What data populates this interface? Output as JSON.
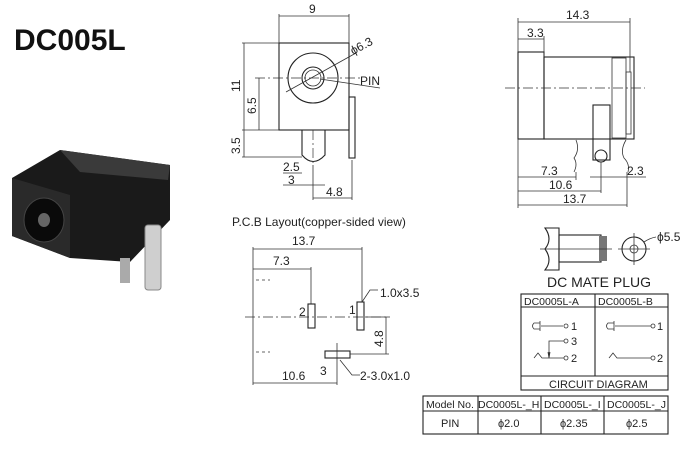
{
  "title": "DC005L",
  "front_view": {
    "width": "9",
    "height": "11",
    "center_height": "6.5",
    "pin_length": "3.5",
    "dim_a": "2.5",
    "dim_b": "3",
    "dim_c": "4.8",
    "hole_dia": "ϕ6.3",
    "pin_label": "PIN"
  },
  "side_view": {
    "length": "14.3",
    "front": "3.3",
    "d1": "7.3",
    "d2": "10.6",
    "d3": "13.7",
    "d4": "2.3"
  },
  "pcb": {
    "title": "P.C.B Layout(copper-sided view)",
    "w1": "13.7",
    "w2": "7.3",
    "w3": "10.6",
    "v1": "4.8",
    "pad1": "1",
    "pad2": "2",
    "pad3": "3",
    "pad1_size": "1.0x3.5",
    "pad_other_size": "2-3.0x1.0"
  },
  "plug": {
    "title": "DC MATE PLUG",
    "dia": "ϕ5.5"
  },
  "circuit": {
    "col_a": "DC0005L-A",
    "col_b": "DC0005L-B",
    "footer": "CIRCUIT DIAGRAM",
    "a_pins": [
      "1",
      "3",
      "2"
    ],
    "b_pins": [
      "1",
      "2"
    ]
  },
  "model_table": {
    "headers": [
      "Model No.",
      "DC0005L-_H",
      "DC0005L-_I",
      "DC0005L-_J"
    ],
    "row_label": "PIN",
    "values": [
      "ϕ2.0",
      "ϕ2.35",
      "ϕ2.5"
    ]
  }
}
